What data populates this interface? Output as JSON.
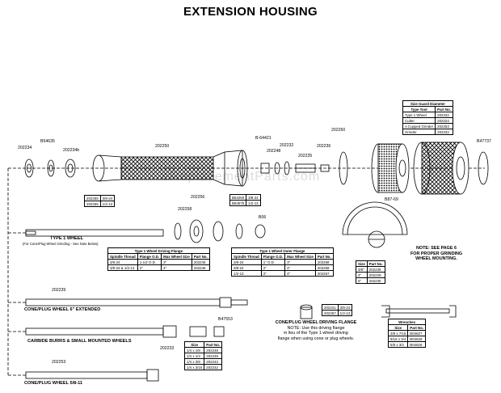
{
  "title": "EXTENSION HOUSING",
  "watermark": "eReplacementParts.com",
  "part_numbers": {
    "p1": "202234",
    "p2": "B54635",
    "p3": "202234b",
    "p4": "202250",
    "p5": "B-64421",
    "p6": "202248",
    "p7": "202232",
    "p8": "202235",
    "p9": "202236",
    "p10": "202260",
    "p11": "B47737",
    "p12": "B87-69",
    "p13": "202256",
    "p14": "202258",
    "p15": "B06",
    "p16": "202239",
    "p17": "202233",
    "p18": "B47553",
    "p19": "202253"
  },
  "thread_table": {
    "rows": [
      [
        "202255",
        "3/8-24"
      ],
      [
        "202255",
        "1/2-13"
      ]
    ]
  },
  "nut_table": {
    "rows": [
      [
        "B64260",
        "3/8-24"
      ],
      [
        "B54575",
        "1/2-13"
      ]
    ]
  },
  "guard_table": {
    "title": "Size Guard Diameter",
    "header": [
      "Type Tool",
      "Part No."
    ],
    "rows": [
      [
        "Type 1 Wheel",
        "202232"
      ],
      [
        "Cutter",
        "202224"
      ],
      [
        "A Cupped Grinder",
        "202253"
      ],
      [
        "Grinder",
        "202232"
      ]
    ]
  },
  "flange_table_left": {
    "title": "Type 1 Wheel Driving Flange",
    "header": [
      "Spindle Thread",
      "Flange O.D.",
      "Max Wheel Size",
      "Part No."
    ],
    "rows": [
      [
        "3/8-24",
        "1-1/2 O.D.",
        "3\"",
        "202245"
      ],
      [
        "3/8-24 & 1/2-13",
        "2\"",
        "4\"",
        "202246"
      ]
    ]
  },
  "flange_table_right": {
    "title": "Type 1 Wheel Outer Flange",
    "header": [
      "Spindle Thread",
      "Flange O.D.",
      "Max Wheel Size",
      "Part No."
    ],
    "rows": [
      [
        "3/8-24",
        "1\" O.D.",
        "3\"",
        "202258"
      ],
      [
        "3/8-24",
        "2\"",
        "4\"",
        "202259"
      ],
      [
        "1/2-13",
        "2\"",
        "4\"",
        "202257"
      ]
    ]
  },
  "guard_size_table": {
    "header": [
      "Size",
      "Part No."
    ],
    "rows": [
      [
        "3/8\"",
        "202228"
      ],
      [
        "4\"",
        "202229"
      ],
      [
        "5\"",
        "202230"
      ]
    ]
  },
  "plug_table": {
    "rows": [
      [
        "202241",
        "3/8-24"
      ],
      [
        "202257",
        "1/2-13"
      ]
    ]
  },
  "wrench_table": {
    "title": "Wrenches",
    "header": [
      "Size",
      "Part No."
    ],
    "rows": [
      [
        "3/8 x 7/16",
        "B04627"
      ],
      [
        "9/16 x 3/4",
        "B04628"
      ],
      [
        "5/8 x 3/4",
        "B04626"
      ]
    ]
  },
  "collet_table": {
    "header": [
      "Size",
      "Part No."
    ],
    "rows": [
      [
        "1/4 x 1/8",
        "202248"
      ],
      [
        "1/4 x 1/4",
        "202249"
      ],
      [
        "1/4 x 3/8",
        "202243"
      ],
      [
        "1/4 x 3/16",
        "202242"
      ]
    ]
  },
  "labels": {
    "type1": "TYPE 1 WHEEL",
    "type1_sub": "(For Cone/Plug Wheel Grinding - See Note Below)",
    "cone6": "CONE/PLUG WHEEL 6\" EXTENDED",
    "carbide": "CARBIDE BURRS & SMALL MOUNTED WHEELS",
    "cone58": "CONE/PLUG WHEEL 5/8-11",
    "flange_title": "CONE/PLUG WHEEL DRIVING FLANGE",
    "flange_note1": "NOTE: Use this driving flange",
    "flange_note2": "in lieu of the Type 1 wheel driving",
    "flange_note3": "flange when using cone or plug wheels.",
    "see_note1": "NOTE: SEE PAGE 6",
    "see_note2": "FOR PROPER GRINDING",
    "see_note3": "WHEEL MOUNTING."
  }
}
